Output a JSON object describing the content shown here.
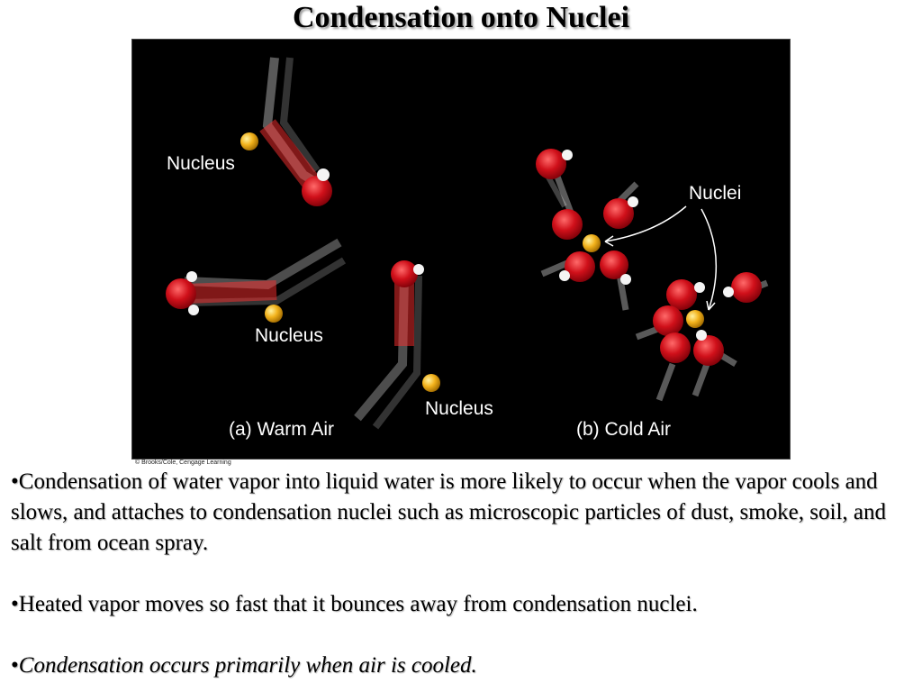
{
  "slide": {
    "title": "Condensation onto Nuclei",
    "figure": {
      "labels": {
        "nucleus_1": "Nucleus",
        "nucleus_2": "Nucleus",
        "nucleus_3": "Nucleus",
        "nuclei": "Nuclei",
        "warm_air": "(a) Warm Air",
        "cold_air": "(b)  Cold Air"
      },
      "credit": "© Brooks/Cole, Cengage Learning",
      "colors": {
        "molecule": "#d0101a",
        "nucleus": "#f2b21c",
        "background": "#000000",
        "label": "#ffffff"
      }
    },
    "bullets": [
      {
        "marker": "•",
        "text": "Condensation of water vapor into liquid water is more likely to occur when the vapor cools and slows, and attaches to condensation nuclei such as microscopic particles of dust, smoke, soil, and salt from ocean spray."
      },
      {
        "marker": "•",
        "text": "Heated vapor moves so fast that it bounces away from condensation nuclei."
      },
      {
        "marker": "•",
        "text": "Condensation occurs primarily when air is cooled."
      }
    ]
  }
}
